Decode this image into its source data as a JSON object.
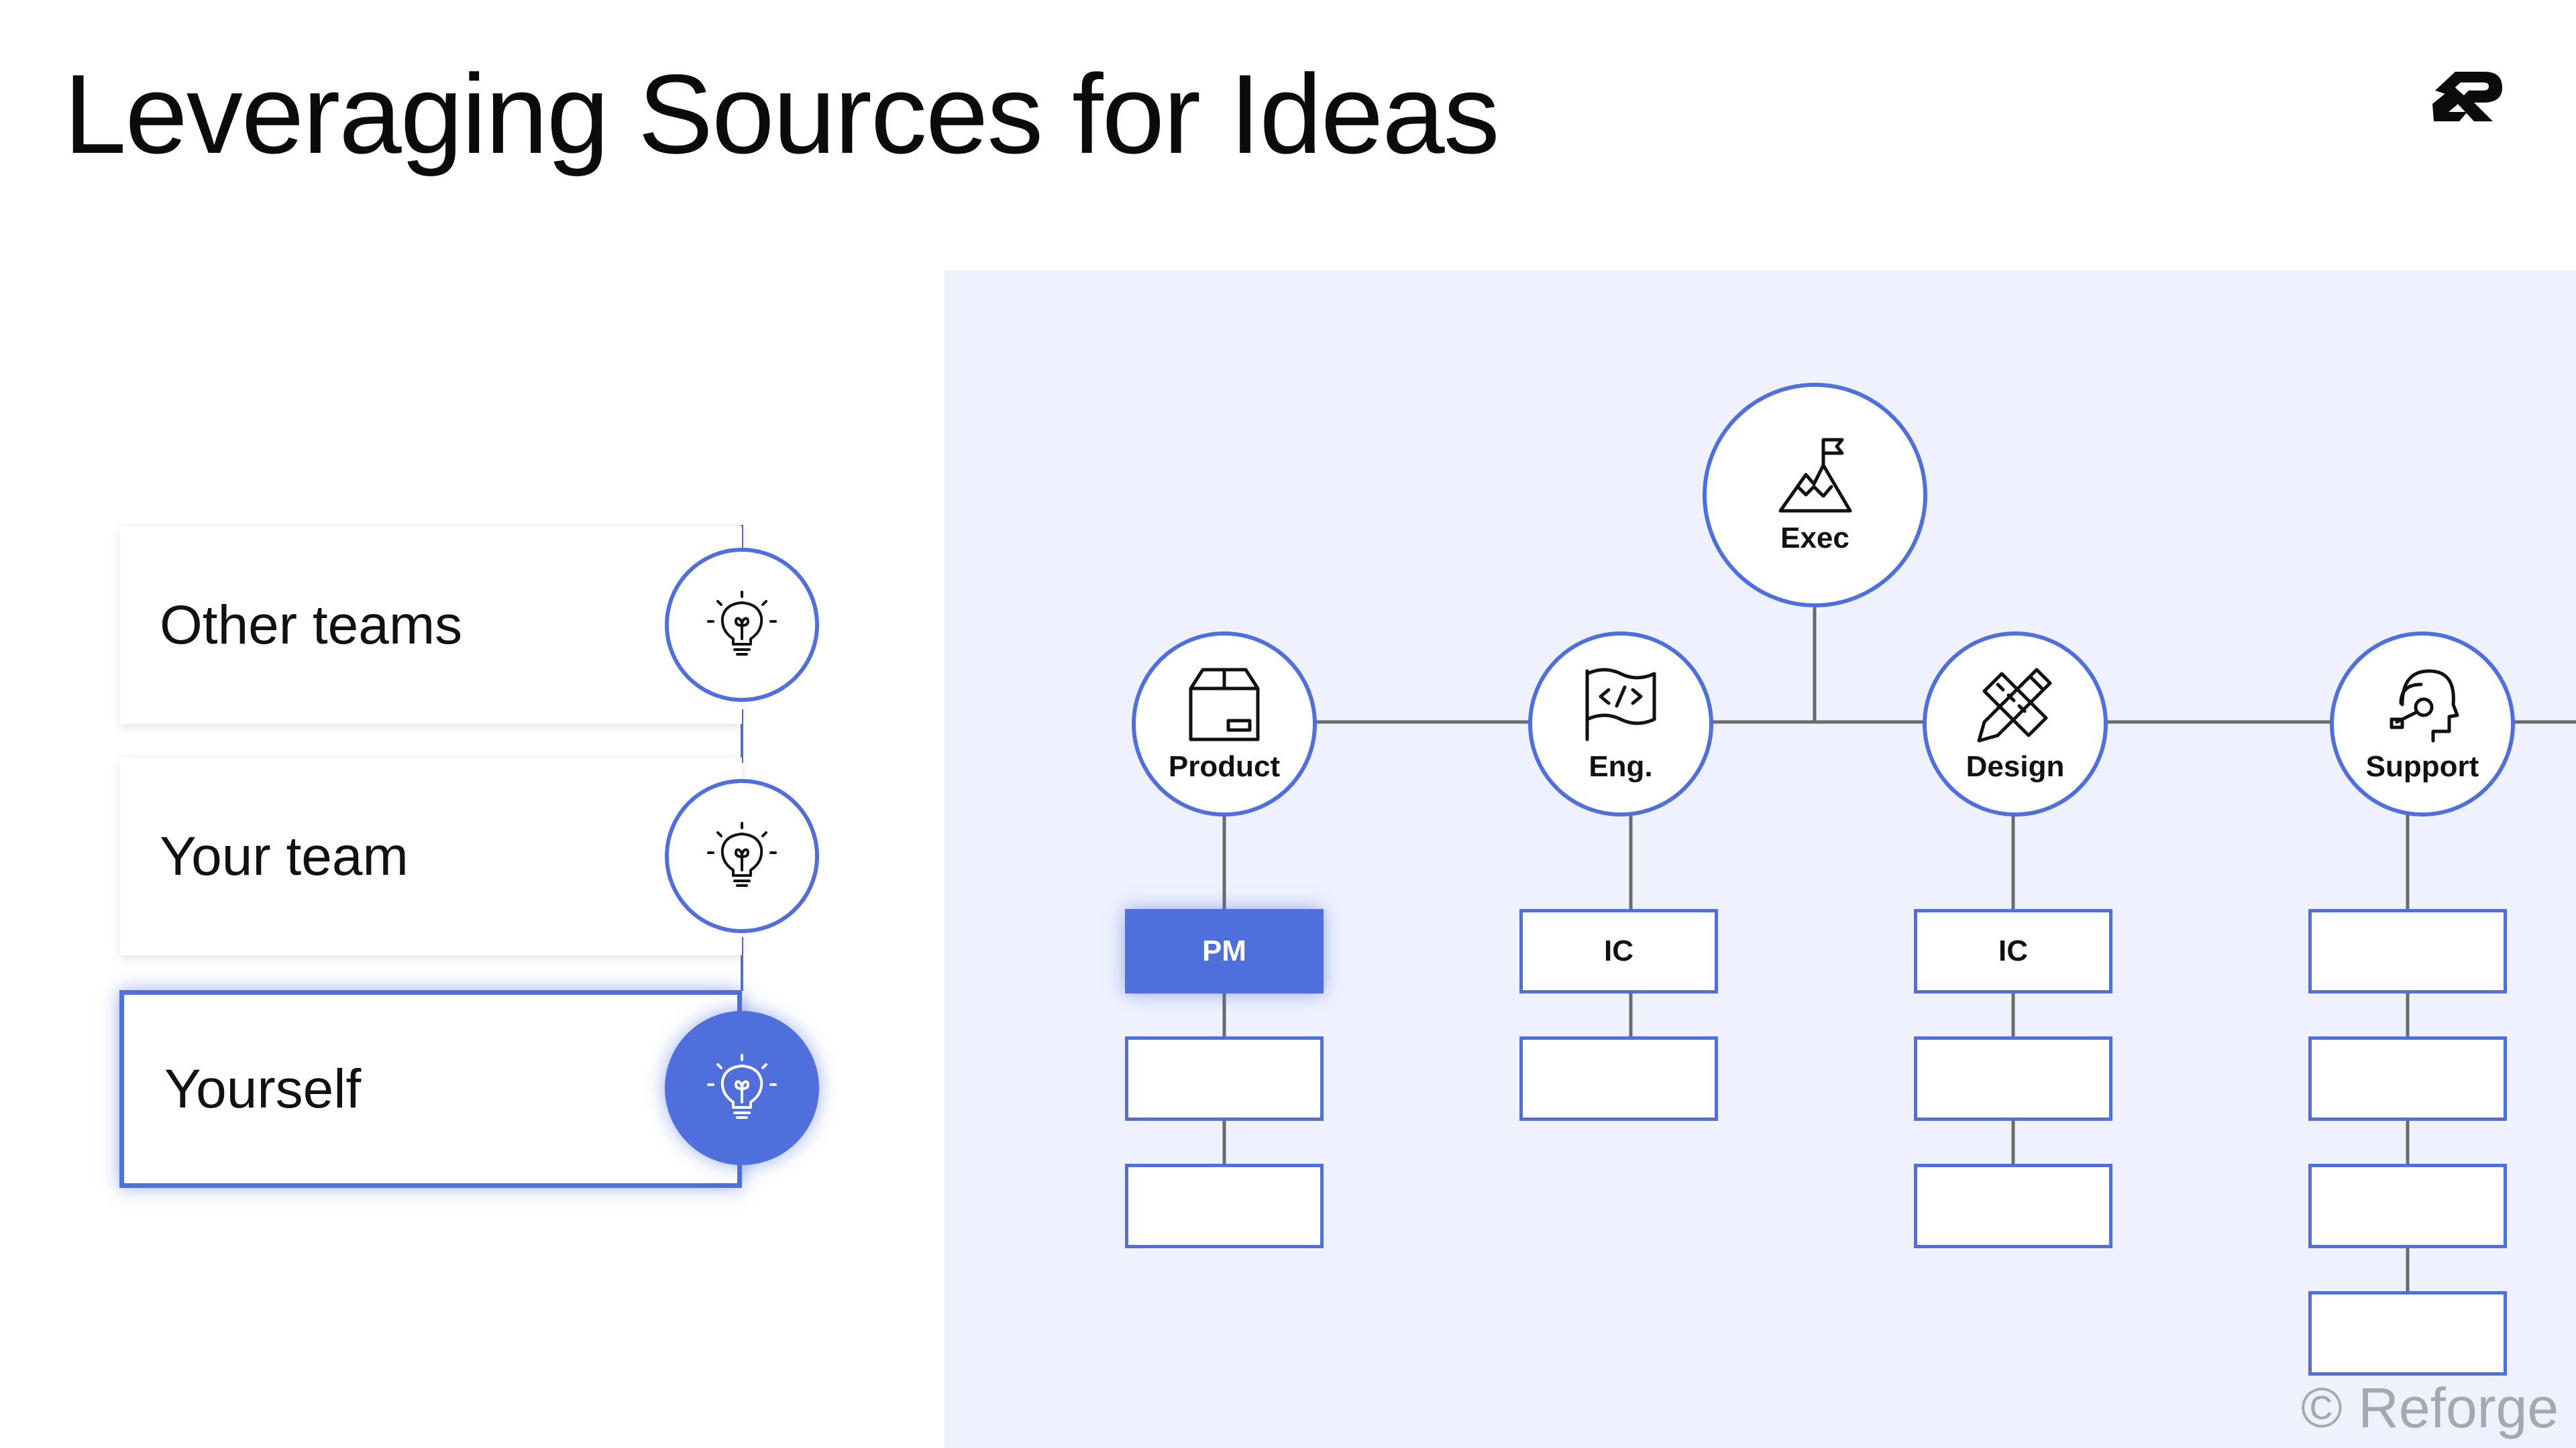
{
  "title": "Leveraging Sources for Ideas",
  "colors": {
    "accent": "#4f6fdc",
    "panel": "#eff2fe",
    "line": "#6b6b6b"
  },
  "sources": [
    {
      "label": "Other teams",
      "icon": "lightbulb-icon",
      "active": false
    },
    {
      "label": "Your team",
      "icon": "lightbulb-icon",
      "active": false
    },
    {
      "label": "Yourself",
      "icon": "lightbulb-icon",
      "active": true
    }
  ],
  "org": {
    "top": {
      "label": "Exec",
      "icon": "mountain-flag-icon"
    },
    "departments": [
      {
        "label": "Product",
        "icon": "box-icon",
        "boxes": [
          "PM",
          "",
          ""
        ],
        "active_box": 0
      },
      {
        "label": "Eng.",
        "icon": "code-flag-icon",
        "boxes": [
          "IC",
          ""
        ]
      },
      {
        "label": "Design",
        "icon": "pencil-ruler-icon",
        "boxes": [
          "IC",
          "",
          ""
        ]
      },
      {
        "label": "Support",
        "icon": "headset-icon",
        "boxes": [
          "",
          "",
          "",
          ""
        ]
      }
    ]
  },
  "watermark": "© Reforge"
}
